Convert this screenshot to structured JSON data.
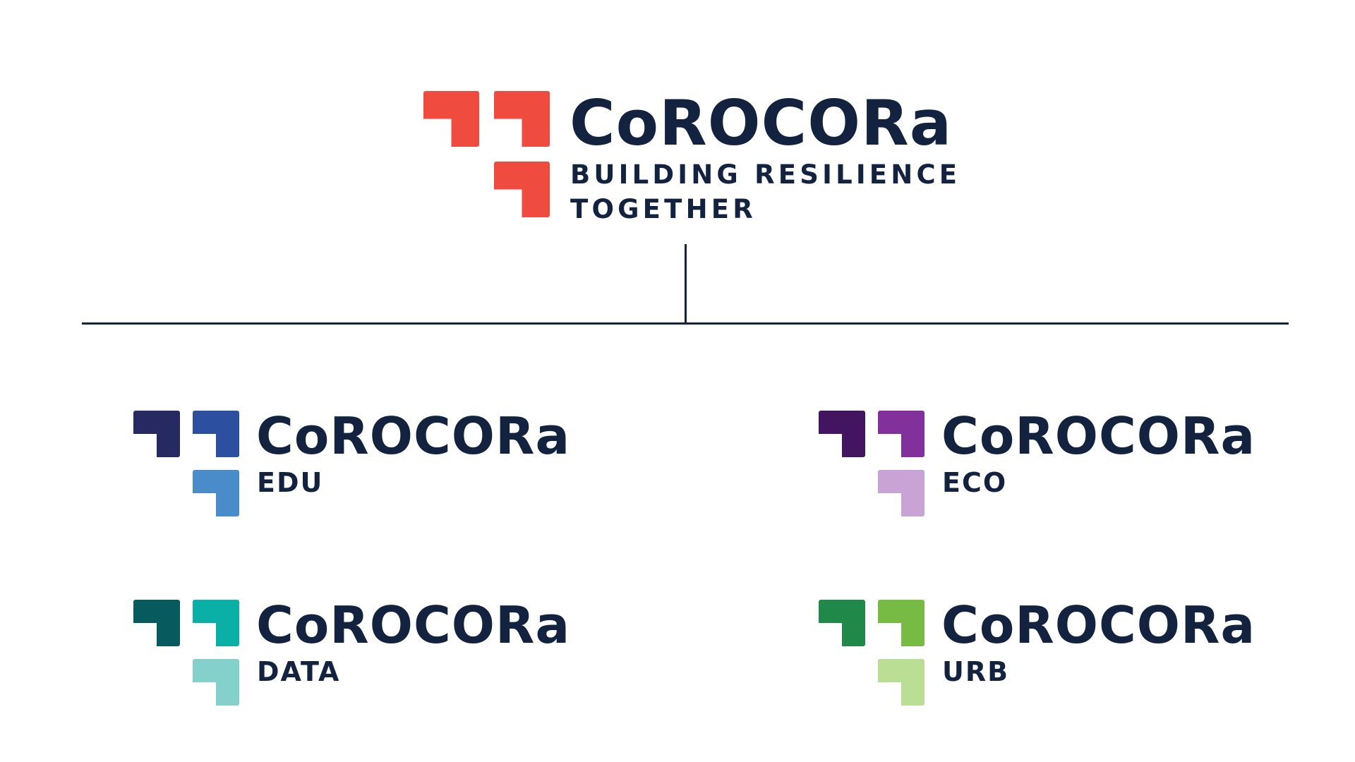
{
  "main": {
    "wordmark": "CoROCORa",
    "tagline_line1": "BUILDING RESILIENCE",
    "tagline_line2": "TOGETHER",
    "color": "#ef4b3f"
  },
  "wordmark_color": "#13233f",
  "line_color": "#13233f",
  "sub_brands": [
    {
      "wordmark": "CoROCORa",
      "label": "EDU",
      "colors": [
        "#262a61",
        "#2c4f9f",
        "#4a8bc9"
      ]
    },
    {
      "wordmark": "CoROCORa",
      "label": "ECO",
      "colors": [
        "#43145f",
        "#82309b",
        "#c9a2d6"
      ]
    },
    {
      "wordmark": "CoROCORa",
      "label": "DATA",
      "colors": [
        "#075b5f",
        "#0aafa6",
        "#84d1cb"
      ]
    },
    {
      "wordmark": "CoROCORa",
      "label": "URB",
      "colors": [
        "#208849",
        "#77bb44",
        "#badf94"
      ]
    }
  ]
}
